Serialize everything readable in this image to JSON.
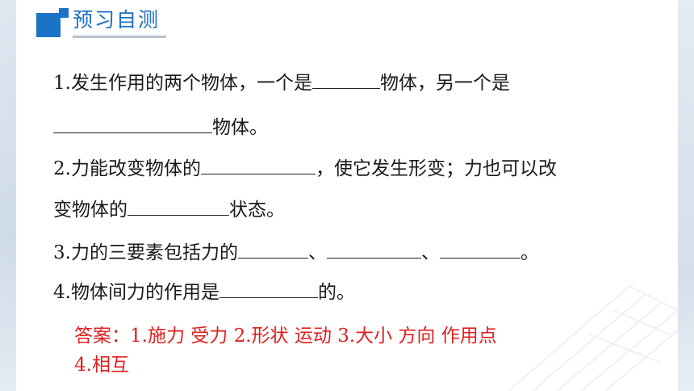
{
  "header": {
    "title": "预习自测"
  },
  "questions": [
    {
      "number": "1.",
      "text_a": "发生作用的两个物体，一个是",
      "text_b": "物体，另一个是",
      "text_c": "物体。"
    },
    {
      "number": "2.",
      "text_a": "力能改变物体的",
      "text_b": "，使它发生形变；力也可以改",
      "text_c": "变物体的",
      "text_d": "状态。"
    },
    {
      "number": "3.",
      "text_a": "力的三要素包括力的",
      "sep1": "、",
      "sep2": "、",
      "end": "。"
    },
    {
      "number": "4.",
      "text_a": "物体间力的作用是",
      "text_b": "的。"
    }
  ],
  "answer": {
    "line1": "答案：1.施力 受力 2.形状 运动 3.大小 方向 作用点",
    "line2": "4.相互"
  },
  "colors": {
    "accent": "#1b73c7",
    "answer": "#e02020",
    "text": "#1a1a1a"
  }
}
